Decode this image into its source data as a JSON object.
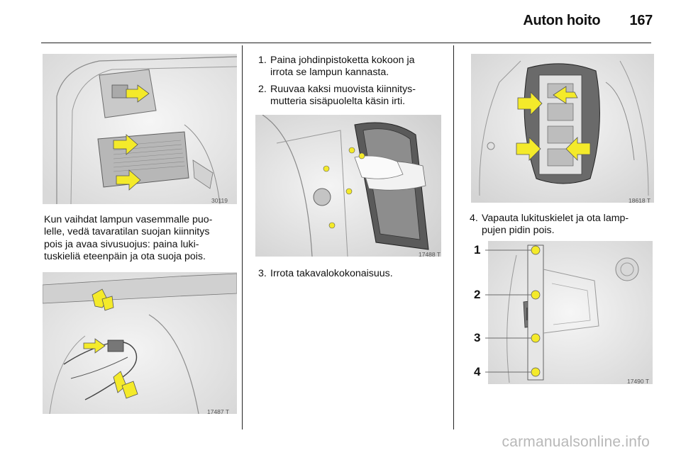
{
  "header": {
    "section": "Auton hoito",
    "page": "167"
  },
  "col1": {
    "fig1_num": "30119",
    "paragraph": [
      "Kun vaihdat lampun vasemmalle puo-",
      "lelle, vedä tavaratilan suojan kiinnitys",
      "pois ja avaa sivusuojus: paina luki-",
      "tuskieliä eteenpäin ja ota suoja pois."
    ],
    "fig2_num": "17487 T"
  },
  "col2": {
    "steps": [
      {
        "num": "1.",
        "lines": [
          "Paina johdinpistoketta kokoon ja",
          "irrota se lampun kannasta."
        ]
      },
      {
        "num": "2.",
        "lines": [
          "Ruuvaa kaksi muovista kiinnitys-",
          "mutteria sisäpuolelta käsin irti."
        ]
      }
    ],
    "fig3_num": "17488 T",
    "step3": {
      "num": "3.",
      "lines": [
        "Irrota takavalokokonaisuus."
      ]
    }
  },
  "col3": {
    "fig4_num": "18618 T",
    "step4": {
      "num": "4.",
      "lines": [
        "Vapauta lukituskielet ja ota lamp-",
        "pujen pidin pois."
      ]
    },
    "fig5_num": "17490 T",
    "callouts": [
      "1",
      "2",
      "3",
      "4"
    ]
  },
  "footer": {
    "watermark": "carmanualsonline.info"
  },
  "colors": {
    "arrow": "#f4ea2a",
    "figure_bg": "#ececec",
    "line": "#6b6b6b"
  }
}
